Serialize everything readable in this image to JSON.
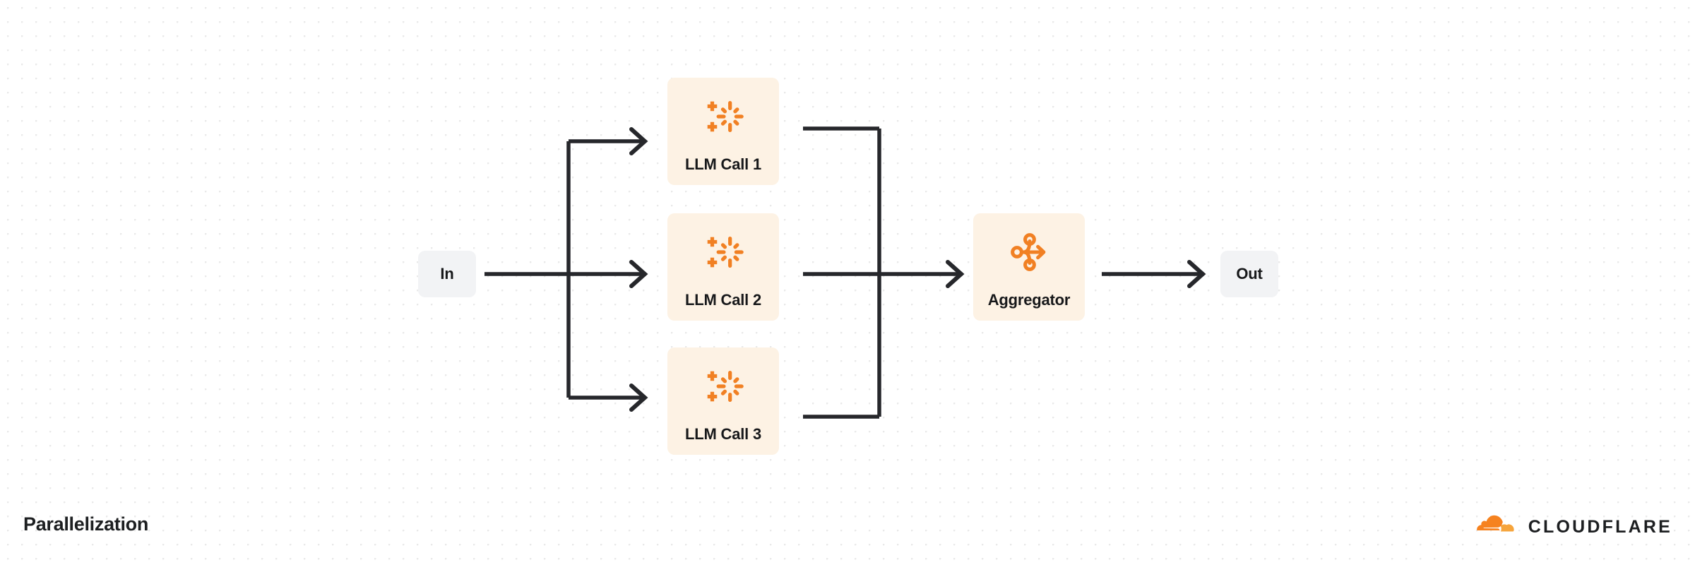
{
  "diagram": {
    "title": "Parallelization",
    "type": "flow-diagram",
    "colors": {
      "canvas": "#ffffff",
      "grid_dot": "#e9e9e9",
      "io_node_bg": "#f2f3f5",
      "llm_node_bg": "#fdf2e4",
      "accent_orange": "#f18023",
      "connector": "#26272b",
      "text": "#17181a"
    },
    "nodes": [
      {
        "id": "in",
        "label": "In",
        "kind": "io",
        "icon": null
      },
      {
        "id": "llm-1",
        "label": "LLM Call 1",
        "kind": "llm",
        "icon": "ai-sparkle-icon"
      },
      {
        "id": "llm-2",
        "label": "LLM Call 2",
        "kind": "llm",
        "icon": "ai-sparkle-icon"
      },
      {
        "id": "llm-3",
        "label": "LLM Call 3",
        "kind": "llm",
        "icon": "ai-sparkle-icon"
      },
      {
        "id": "aggregator",
        "label": "Aggregator",
        "kind": "aggregate",
        "icon": "merge-arrow-icon"
      },
      {
        "id": "out",
        "label": "Out",
        "kind": "io",
        "icon": null
      }
    ],
    "edges": [
      {
        "from": "in",
        "to": "llm-1",
        "arrow": true
      },
      {
        "from": "in",
        "to": "llm-2",
        "arrow": true
      },
      {
        "from": "in",
        "to": "llm-3",
        "arrow": true
      },
      {
        "from": "llm-1",
        "to": "aggregator",
        "arrow": false
      },
      {
        "from": "llm-2",
        "to": "aggregator",
        "arrow": true
      },
      {
        "from": "llm-3",
        "to": "aggregator",
        "arrow": false
      },
      {
        "from": "aggregator",
        "to": "out",
        "arrow": true
      }
    ]
  },
  "brand": {
    "name": "CLOUDFLARE",
    "logo_icon": "cloudflare-cloud-icon"
  }
}
